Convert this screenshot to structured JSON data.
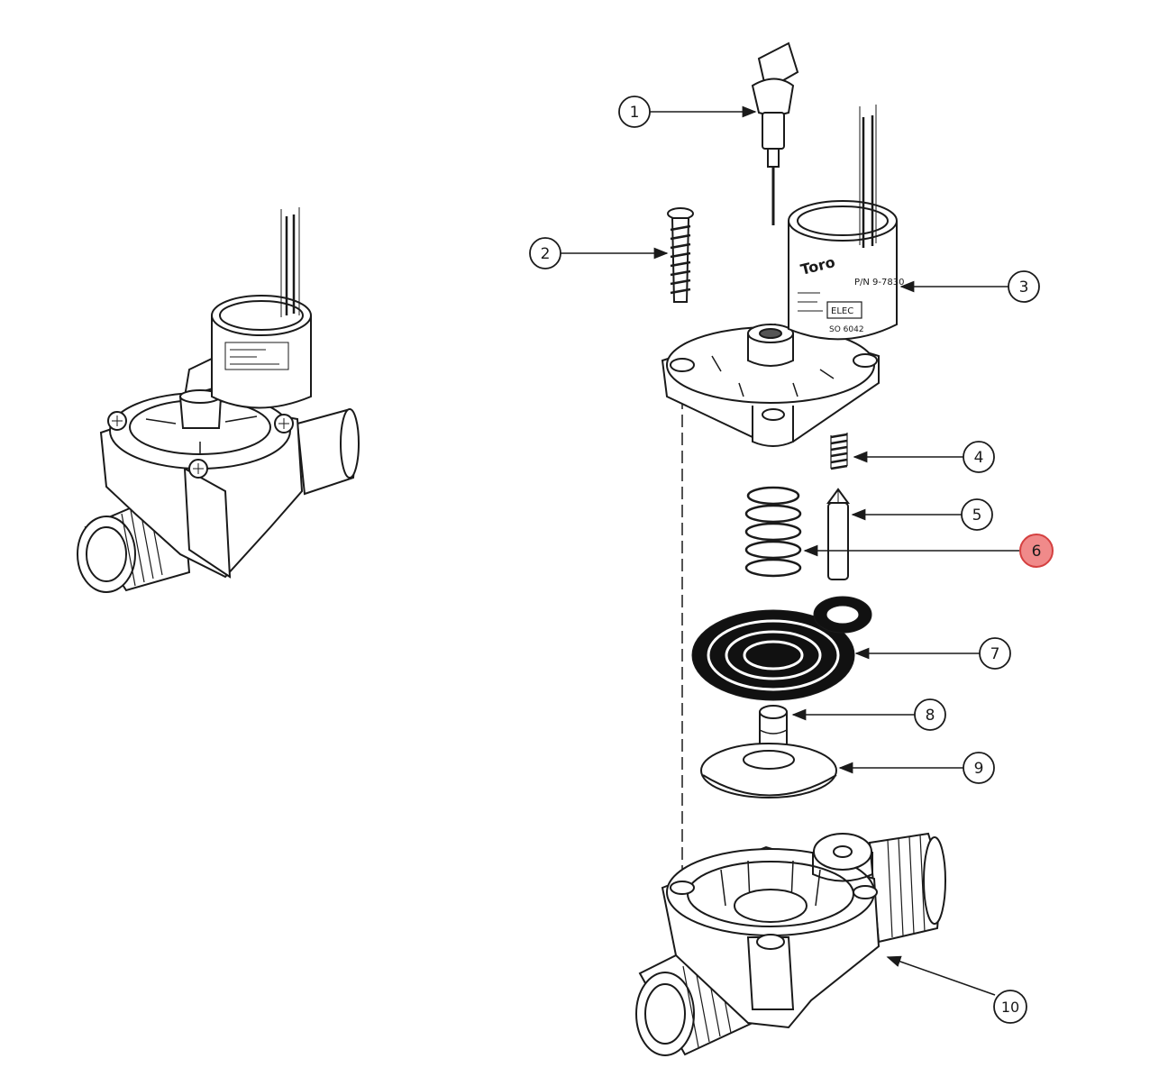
{
  "diagram": {
    "callouts": [
      {
        "id": 1,
        "label": "1",
        "highlighted": false
      },
      {
        "id": 2,
        "label": "2",
        "highlighted": false
      },
      {
        "id": 3,
        "label": "3",
        "highlighted": false
      },
      {
        "id": 4,
        "label": "4",
        "highlighted": false
      },
      {
        "id": 5,
        "label": "5",
        "highlighted": false
      },
      {
        "id": 6,
        "label": "6",
        "highlighted": true
      },
      {
        "id": 7,
        "label": "7",
        "highlighted": false
      },
      {
        "id": 8,
        "label": "8",
        "highlighted": false
      },
      {
        "id": 9,
        "label": "9",
        "highlighted": false
      },
      {
        "id": 10,
        "label": "10",
        "highlighted": false
      }
    ],
    "solenoid_text": {
      "brand": "Toro",
      "part_no": "P/N 9-7830",
      "type": "ELEC",
      "code": "SO 6042"
    },
    "colors": {
      "line": "#1a1a1a",
      "highlight_fill": "#f08a8a",
      "highlight_stroke": "#d44040",
      "paper": "#ffffff"
    }
  }
}
